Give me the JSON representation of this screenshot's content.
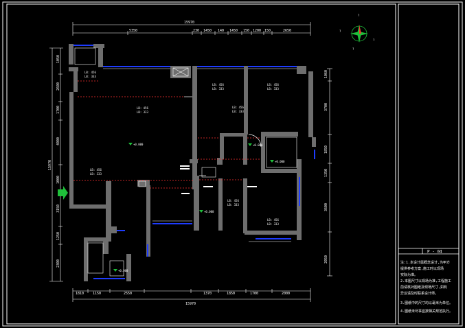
{
  "drawing": {
    "dims_top": [
      "15970",
      "5350",
      "230",
      "1450",
      "140",
      "1450",
      "150",
      "1200",
      "150",
      "2650"
    ],
    "dims_bottom": [
      "15970",
      "1810",
      "1150",
      "2550",
      "1370",
      "1850",
      "1700",
      "2000"
    ],
    "dims_left": [
      "15970",
      "1050",
      "2600",
      "1700",
      "4000",
      "1000",
      "3150",
      "1250",
      "2300"
    ],
    "dims_right": [
      "1060",
      "3700",
      "1850",
      "1350",
      "3600",
      "2050"
    ],
    "room_labels": [
      {
        "a": "LB: 456",
        "b": "LB: 333"
      },
      {
        "a": "LB: 456",
        "b": "LB: 333"
      },
      {
        "a": "LB: 456",
        "b": "LB: 333"
      },
      {
        "a": "LB: 456",
        "b": "LB: 333"
      },
      {
        "a": "LB: 456",
        "b": "LB: 333"
      },
      {
        "a": "LB: 456",
        "b": "LB: 333"
      },
      {
        "a": "LB: 456",
        "b": "LB: 333"
      },
      {
        "a": "LB: 456",
        "b": "LB: 333"
      }
    ],
    "level_marks": [
      "+0.000",
      "+0.000",
      "+0.000",
      "+0.000",
      "+0.000"
    ],
    "compass": {
      "n": "N",
      "mark": "?"
    }
  },
  "title_block": {
    "sheet_no": "P - 04",
    "notes": [
      "注:1.本设计属概念设计,为甲方",
      "提供参考方案,施工时以现场",
      "实际为准。",
      "2.本图尺寸以现场为准,工程施工",
      "前请核对图纸及现场尺寸,如有",
      "异议请及时联系设计师。",
      "3.图纸中的尺寸均以毫米为单位。",
      "4.图纸未尽事宜按相关规范执行。"
    ]
  },
  "colors": {
    "frame": "#ffffff",
    "wall": "#6e6e6e",
    "window": "#1e3cff",
    "door": "#ff3030",
    "dim": "#ffffff",
    "accent_green": "#1fbf3a"
  }
}
